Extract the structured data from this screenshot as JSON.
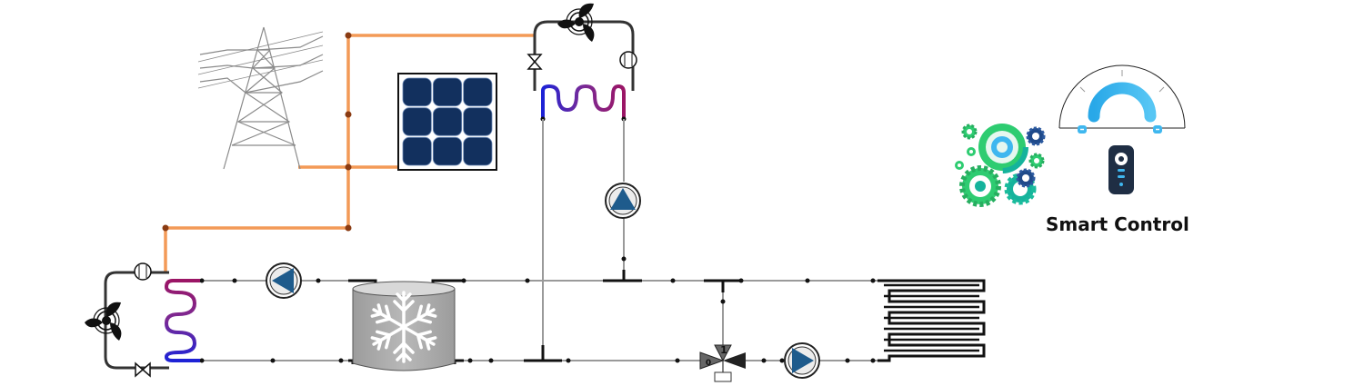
{
  "smart_control": {
    "label": "Smart Control",
    "remote_buttons": [
      "power",
      "up",
      "down"
    ]
  },
  "components": {
    "power_pylon": "transmission-tower",
    "solar_panel": {
      "cells_rows": 3,
      "cells_cols": 3
    },
    "upper_heat_pump": {
      "fan_icon": "fan-icon",
      "valve_icon": "expansion-valve-icon",
      "compressor_icon": "compressor-icon"
    },
    "lower_heat_pump": {
      "fan_icon": "fan-icon",
      "valve_icon": "expansion-valve-icon",
      "compressor_icon": "compressor-icon"
    },
    "storage_tank": {
      "symbol": "snowflake-icon"
    },
    "mixing_valve": {
      "port_labels": [
        "1",
        "0"
      ]
    },
    "pumps": 3,
    "emitter": "underfloor-heating-coil"
  },
  "colors": {
    "electric_line": "#f39a57",
    "electric_node": "#8a3b12",
    "pipe": "#9a9a9a",
    "coil_cold": "#1d22d6",
    "coil_mid": "#7a2a96",
    "coil_hot": "#9b1565",
    "solar_cell": "#12305e",
    "pump_fill": "#1e5b8c",
    "tank_body": "#a9a9a9",
    "smart_blue": "#3fb7ef",
    "gear_green": "#2ecc71",
    "gear_teal": "#15b39c",
    "gear_navy": "#1f4a8a",
    "remote_body": "#1f2e44"
  }
}
